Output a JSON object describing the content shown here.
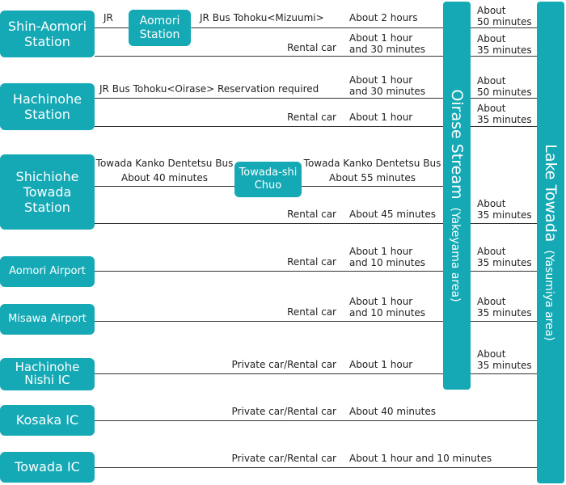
{
  "origins": {
    "shin_aomori": [
      "Shin-Aomori",
      "Station"
    ],
    "hachinohe": [
      "Hachinohe",
      "Station"
    ],
    "shichinohe": [
      "Shichiohe",
      "Towada",
      "Station"
    ],
    "aomori_airport": "Aomori Airport",
    "misawa_airport": "Misawa Airport",
    "hachinohe_nishi": [
      "Hachinohe",
      "Nishi IC"
    ],
    "kosaka": "Kosaka IC",
    "towada_ic": "Towada IC"
  },
  "transfers": {
    "aomori_station": [
      "Aomori",
      "Station"
    ],
    "towada_shi_chuo": [
      "Towada-shi",
      "Chuo"
    ]
  },
  "destinations": {
    "oirase": {
      "name": "Oirase Stream",
      "area": "(Yakeyama area)"
    },
    "towada": {
      "name": "Lake Towada",
      "area": "(Yasumiya area)"
    }
  },
  "routes": {
    "r1": {
      "jr": "JR",
      "mode": "JR  Bus Tohoku<Mizuumi>",
      "time": "About 2 hours",
      "leg2": [
        "About",
        "50 minutes"
      ]
    },
    "r2": {
      "mode": "Rental car",
      "time": [
        "About 1 hour",
        "and 30 minutes"
      ],
      "leg2": [
        "About",
        "35 minutes"
      ]
    },
    "r3": {
      "mode": "JR Bus Tohoku<Oirase> Reservation required",
      "time": [
        "About 1 hour",
        "and 30 minutes"
      ],
      "leg2": [
        "About",
        "50 minutes"
      ]
    },
    "r4": {
      "mode": "Rental car",
      "time": "About 1 hour",
      "leg2": [
        "About",
        "35 minutes"
      ]
    },
    "r5": {
      "mode1": "Towada Kanko Dentetsu Bus",
      "time1": "About 40 minutes",
      "mode2": "Towada Kanko Dentetsu Bus",
      "time2": "About 55 minutes"
    },
    "r6": {
      "mode": "Rental car",
      "time": "About 45 minutes",
      "leg2": [
        "About",
        "35 minutes"
      ]
    },
    "r7": {
      "mode": "Rental car",
      "time": [
        "About 1 hour",
        "and 10 minutes"
      ],
      "leg2": [
        "About",
        "35 minutes"
      ]
    },
    "r8": {
      "mode": "Rental car",
      "time": [
        "About 1 hour",
        "and 10 minutes"
      ],
      "leg2": [
        "About",
        "35 minutes"
      ]
    },
    "r9": {
      "mode": "Private car/Rental car",
      "time": "About 1 hour",
      "leg2": [
        "About",
        "35 minutes"
      ]
    },
    "r10": {
      "mode": "Private car/Rental car",
      "time": "About 40 minutes"
    },
    "r11": {
      "mode": "Private car/Rental car",
      "time": "About 1 hour and 10 minutes"
    }
  },
  "colors": {
    "accent": "#14a9b5",
    "line": "#333333",
    "text": "#222222"
  }
}
